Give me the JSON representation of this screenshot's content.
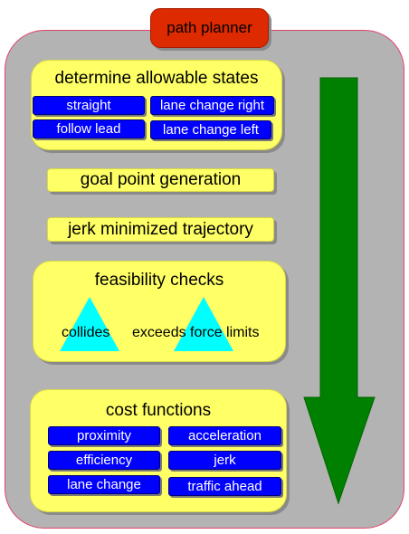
{
  "title": "path planner",
  "allowable_states": {
    "title": "determine allowable states",
    "items": [
      "straight",
      "lane change right",
      "follow lead",
      "lane change left"
    ]
  },
  "goal_point": "goal point generation",
  "jerk_trajectory": "jerk minimized trajectory",
  "feasibility": {
    "title": "feasibility checks",
    "checks": [
      "collides",
      "exceeds force limits"
    ]
  },
  "cost_functions": {
    "title": "cost functions",
    "items": [
      "proximity",
      "acceleration",
      "efficiency",
      "jerk",
      "lane change",
      "traffic ahead"
    ]
  },
  "colors": {
    "panel": "#b3b3b3",
    "title_box": "#dd2a00",
    "group_fill": "#ffff66",
    "chip_fill": "#0000ff",
    "triangle": "#00ffff",
    "arrow": "#008000"
  }
}
